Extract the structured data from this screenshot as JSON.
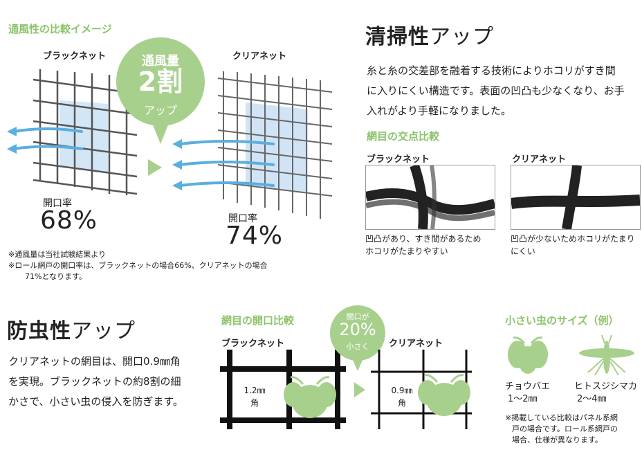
{
  "ventilation": {
    "heading": "通風性の比較イメージ",
    "black_label": "ブラックネット",
    "clear_label": "クリアネット",
    "badge": {
      "line1": "通風量",
      "line2": "2割",
      "line3": "アップ"
    },
    "black_rate_label": "開口率",
    "black_rate_value": "68%",
    "clear_rate_label": "開口率",
    "clear_rate_value": "74%",
    "notes": [
      "※通風量は当社試験結果より",
      "※ロール網戸の開口率は、ブラックネットの場合66%、クリアネットの場合",
      "71%となります。"
    ]
  },
  "cleaning": {
    "title_bold": "清掃性",
    "title_light": "アップ",
    "body": [
      "糸と糸の交差部を融着する技術によりホコリがすき間",
      "に入りにくい構造です。表面の凹凸も少なくなり、お手",
      "入れがより手軽になりました。"
    ],
    "sub_heading": "網目の交点比較",
    "black_label": "ブラックネット",
    "clear_label": "クリアネット",
    "black_caption": [
      "凹凸があり、すき間があるため",
      "ホコリがたまりやすい"
    ],
    "clear_caption": [
      "凹凸が少ないためホコリがたまり",
      "にくい"
    ]
  },
  "insect": {
    "title_bold": "防虫性",
    "title_light": "アップ",
    "body": [
      "クリアネットの網目は、開口0.9㎜角",
      "を実現。ブラックネットの約8割の細",
      "かさで、小さい虫の侵入を防ぎます。"
    ],
    "sub_heading": "網目の開口比較",
    "black_label": "ブラックネット",
    "clear_label": "クリアネット",
    "black_size": [
      "1.2㎜",
      "角"
    ],
    "clear_size": [
      "0.9㎜",
      "角"
    ],
    "badge": {
      "line1": "開口が",
      "line2": "20%",
      "line3": "小さく"
    },
    "bug_heading": "小さい虫のサイズ（例）",
    "bugs": [
      {
        "name": "チョウバエ",
        "size": "1～2㎜",
        "icon": "moth-fly-icon"
      },
      {
        "name": "ヒトスジシマカ",
        "size": "2～4㎜",
        "icon": "mosquito-icon"
      }
    ],
    "notes": [
      "※掲載している比較はパネル系網",
      "戸の場合です。ロール系網戸の",
      "場合、仕様が異なります。"
    ]
  },
  "colors": {
    "accent_green": "#8cc46b",
    "bug_green": "#a8d08d",
    "arrow_blue": "#5aaee0",
    "mesh_gray": "#555555"
  }
}
